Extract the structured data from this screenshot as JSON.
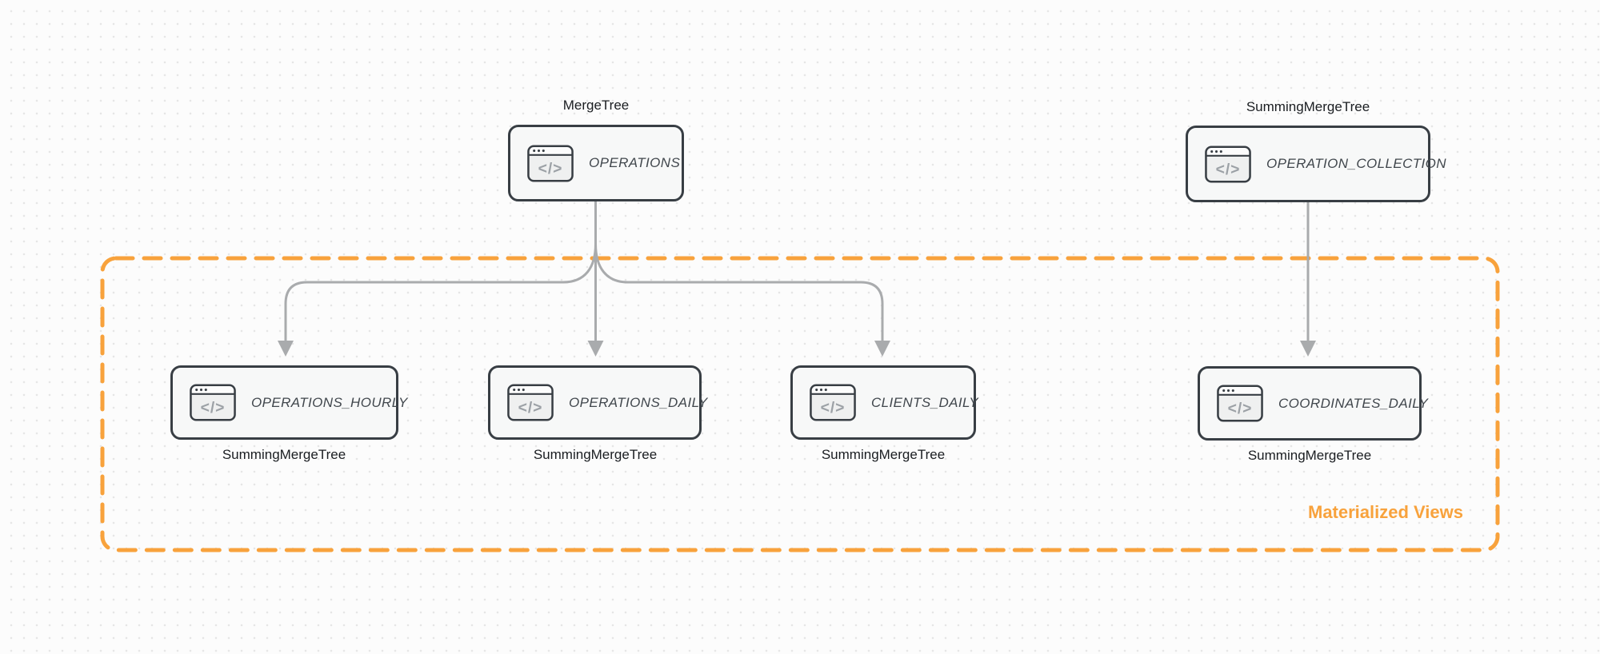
{
  "diagram": {
    "group_label": "Materialized Views",
    "icon_glyph": "</>",
    "sources": [
      {
        "id": "operations",
        "engine_label": "MergeTree",
        "table_name": "OPERATIONS"
      },
      {
        "id": "operation_collection",
        "engine_label": "SummingMergeTree",
        "table_name": "OPERATION_COLLECTION"
      }
    ],
    "materialized_views": [
      {
        "id": "operations_hourly",
        "table_name": "OPERATIONS_HOURLY",
        "engine_label": "SummingMergeTree"
      },
      {
        "id": "operations_daily",
        "table_name": "OPERATIONS_DAILY",
        "engine_label": "SummingMergeTree"
      },
      {
        "id": "clients_daily",
        "table_name": "CLIENTS_DAILY",
        "engine_label": "SummingMergeTree"
      },
      {
        "id": "coordinates_daily",
        "table_name": "COORDINATES_DAILY",
        "engine_label": "SummingMergeTree"
      }
    ],
    "edges": [
      {
        "from": "OPERATIONS",
        "to": "OPERATIONS_HOURLY"
      },
      {
        "from": "OPERATIONS",
        "to": "OPERATIONS_DAILY"
      },
      {
        "from": "OPERATIONS",
        "to": "CLIENTS_DAILY"
      },
      {
        "from": "OPERATION_COLLECTION",
        "to": "COORDINATES_DAILY"
      }
    ],
    "colors": {
      "accent_orange": "#F8A23C",
      "node_border": "#383E44",
      "node_fill": "#F7F8F8",
      "arrow": "#A9ABAD",
      "label_text": "#1A1D21",
      "node_text": "#41474D",
      "icon_glyph": "#9CA1A6",
      "background": "#FCFCFC",
      "dot": "#E6E6E6"
    }
  }
}
